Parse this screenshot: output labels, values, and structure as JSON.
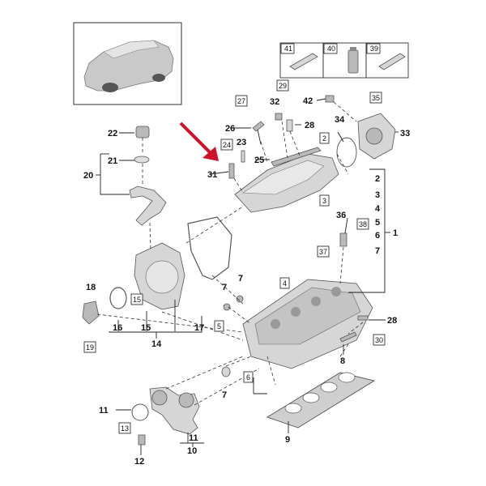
{
  "diagram": {
    "title": "",
    "accent_color": "#d0102a",
    "part_numbers": {
      "p1": "1",
      "p2": "2",
      "p3": "3",
      "p4": "4",
      "p5": "5",
      "p6": "6",
      "p7": "7",
      "p8": "8",
      "p9": "9",
      "p10": "10",
      "p11": "11",
      "p12": "12",
      "p13": "13",
      "p14": "14",
      "p15": "15",
      "p16": "16",
      "p17": "17",
      "p18": "18",
      "p19": "19",
      "p20": "20",
      "p21": "21",
      "p22": "22",
      "p23": "23",
      "p24": "24",
      "p25": "25",
      "p26": "26",
      "p27": "27",
      "p28": "28",
      "p29": "29",
      "p30": "30",
      "p31": "31",
      "p32": "32",
      "p33": "33",
      "p34": "34",
      "p35": "35",
      "p36": "36",
      "p37": "37",
      "p38": "38",
      "p39": "39",
      "p40": "40",
      "p41": "41",
      "p42": "42"
    }
  }
}
